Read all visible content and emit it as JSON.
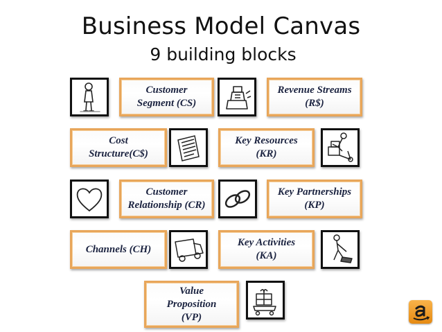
{
  "title": "Business Model Canvas",
  "subtitle": "9 building blocks",
  "blocks": {
    "cs": "Customer\nSegment (CS)",
    "rs": "Revenue Streams\n(R$)",
    "cost": "Cost\nStructure(C$)",
    "kr": "Key Resources\n(KR)",
    "cr": "Customer\nRelationship (CR)",
    "kp": "Key Partnerships\n(KP)",
    "ch": "Channels (CH)",
    "ka": "Key Activities\n(KA)",
    "vp": "Value\nProposition\n(VP)"
  },
  "icons": [
    "person-icon",
    "cash-register-icon",
    "document-icon",
    "hand-truck-icon",
    "heart-icon",
    "chain-link-icon",
    "delivery-truck-icon",
    "worker-icon",
    "gift-cart-icon",
    "amazon-logo-icon"
  ],
  "colors": {
    "border": "#e8a65a",
    "text": "#1b2340",
    "logo": "#f29b1f"
  }
}
